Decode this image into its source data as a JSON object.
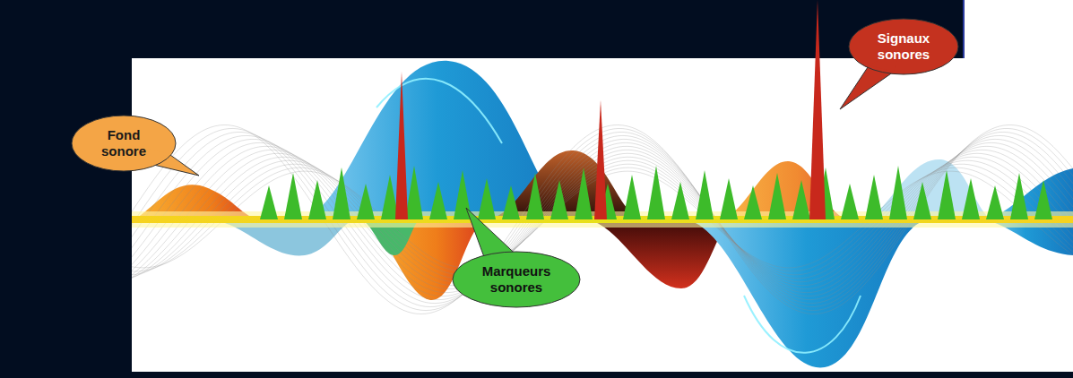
{
  "diagram": {
    "nodes": [
      {
        "text": [
          "Signaux sonores"
        ]
      },
      {
        "text": [
          "Fond sonore"
        ]
      },
      {
        "text": [
          "Marqueurs sonores"
        ]
      }
    ]
  }
}
